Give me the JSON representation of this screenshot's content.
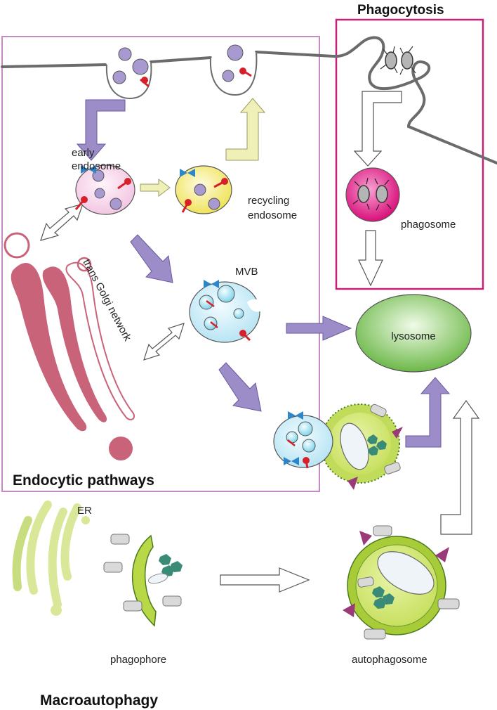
{
  "labels": {
    "phagocytosis": "Phagocytosis",
    "early_endosome_1": "early",
    "early_endosome_2": "endosome",
    "recycling_1": "recycling",
    "recycling_2": "endosome",
    "phagosome": "phagosome",
    "mvb": "MVB",
    "lysosome": "lysosome",
    "trans_golgi": "trans Golgi network",
    "endocytic": "Endocytic pathways",
    "er": "ER",
    "phagophore": "phagophore",
    "autophagosome": "autophagosome",
    "macroautophagy": "Macroautophagy"
  },
  "colors": {
    "endocytic_box": "#c48ac4",
    "phagocytosis_box": "#c8207a",
    "membrane": "#6b6b6b",
    "vesicle_purple": "#a89ad0",
    "receptor_red": "#d8202a",
    "ligand_blue": "#2e86c8",
    "early_endosome": "#f6d6ec",
    "recycling_endosome": "#f4ec7a",
    "mvb": "#cfeef8",
    "phagosome": "#e2268e",
    "lysosome": "#8ccc68",
    "golgi": "#c8637a",
    "autophagosome": "#a8cc38",
    "er": "#d8e898",
    "arrow_purple": "#9c8cc8",
    "arrow_yellow": "#eef0b8"
  }
}
